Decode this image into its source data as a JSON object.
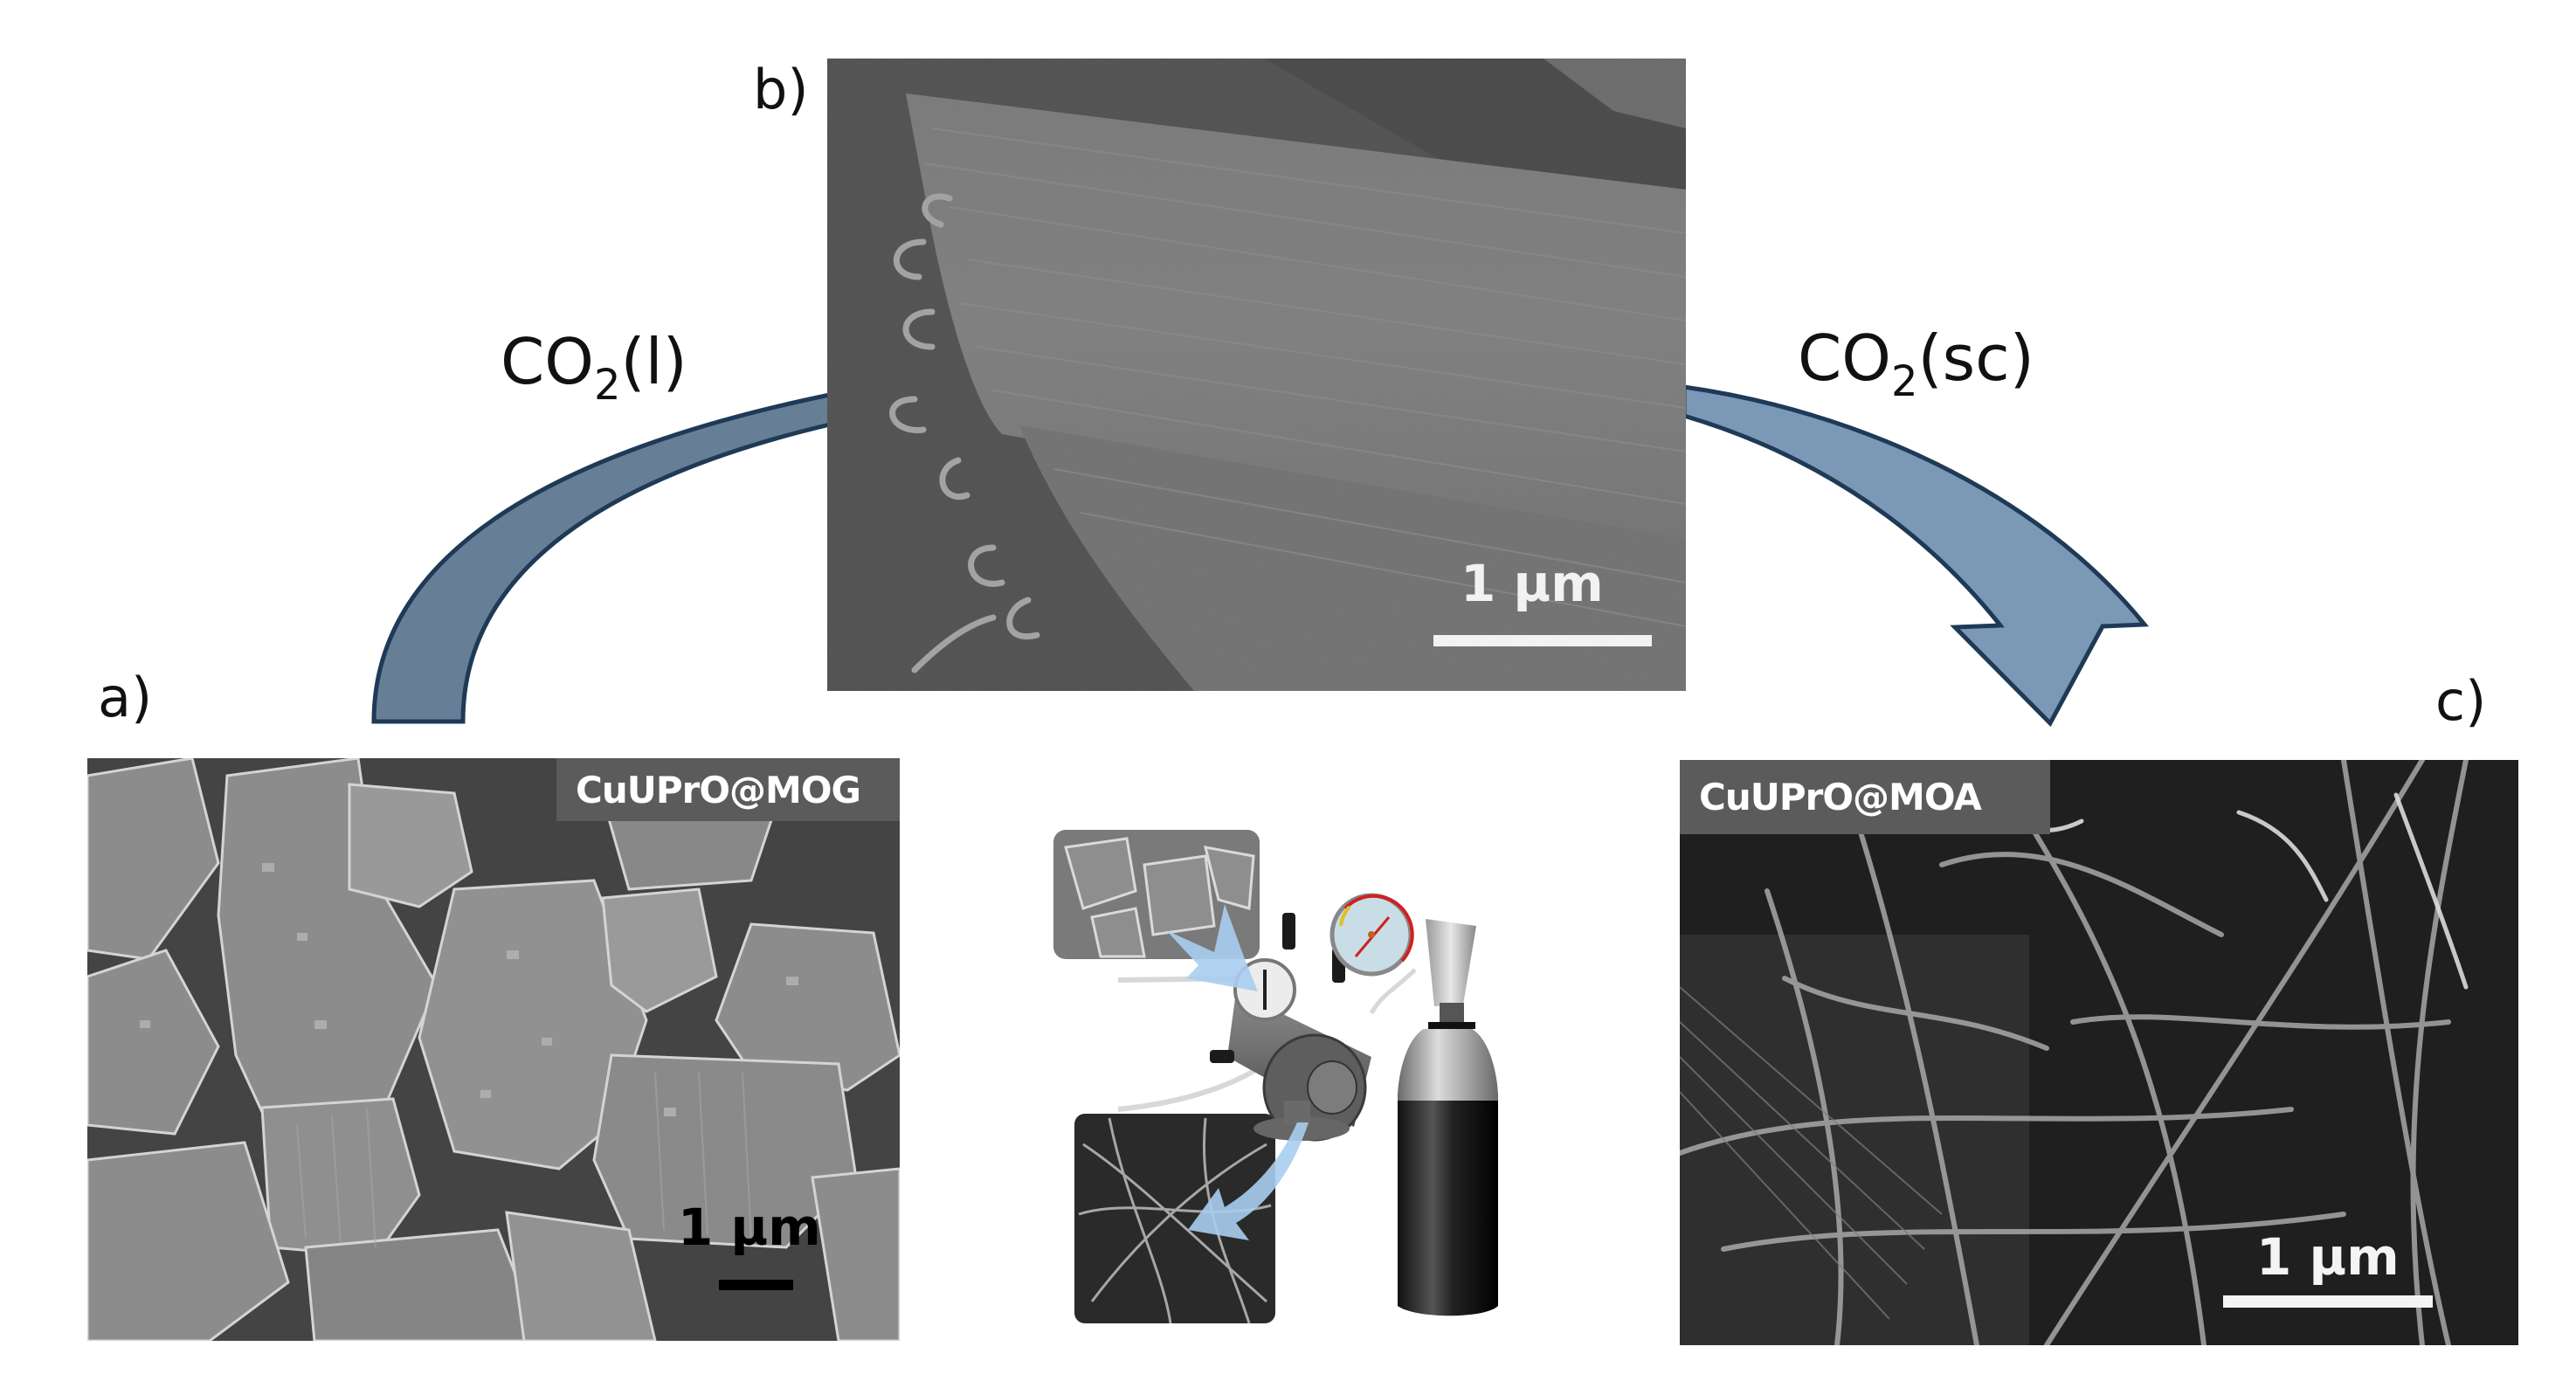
{
  "figure": {
    "panels": [
      {
        "id": "a",
        "label": "a)",
        "tag": "CuUPrO@MOG",
        "scale_bar": "1 µm",
        "scale_bar_color": "#000000",
        "description": "SEM image of plate-like crystalline aggregates"
      },
      {
        "id": "b",
        "label": "b)",
        "scale_bar": "1 µm",
        "scale_bar_color": "#ffffff",
        "description": "SEM image of aligned fibre bundle with curled tips"
      },
      {
        "id": "c",
        "label": "c)",
        "tag": "CuUPrO@MOA",
        "scale_bar": "1 µm",
        "scale_bar_color": "#ffffff",
        "description": "SEM image of entangled nanofibre network"
      }
    ],
    "arrows": [
      {
        "id": "left",
        "label_main": "CO",
        "label_sub": "2",
        "label_suffix": "(l)",
        "from": "a",
        "to": "b"
      },
      {
        "id": "right",
        "label_main": "CO",
        "label_sub": "2",
        "label_suffix": "(sc)",
        "from": "b",
        "to": "c"
      }
    ],
    "center_schematic": {
      "description": "Supercritical CO2 drying apparatus with gas cylinder, pressure gauges and inset SEM thumbnails"
    },
    "colors": {
      "arrow_fill": "#677e97",
      "arrow_fill_right": "#7b98b6",
      "arrow_stroke": "#1f3a56",
      "tag_bg": "#5b5b5b",
      "flow_arrow": "#a9cdef"
    }
  }
}
